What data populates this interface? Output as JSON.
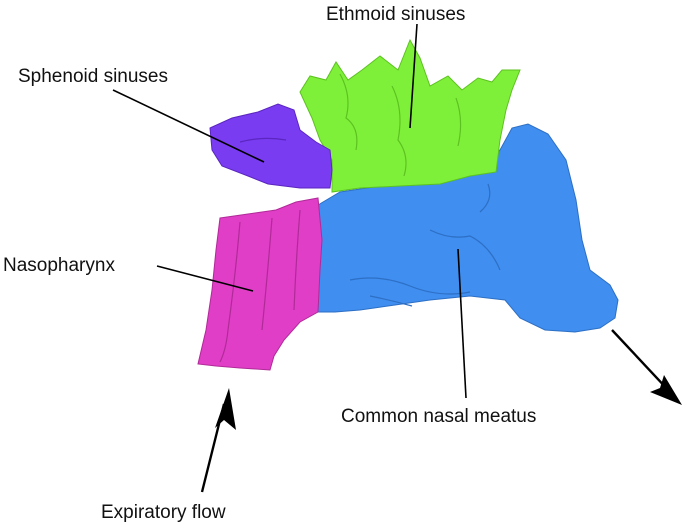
{
  "figure": {
    "labels": {
      "ethmoid": "Ethmoid sinuses",
      "sphenoid": "Sphenoid sinuses",
      "nasopharynx": "Nasopharynx",
      "meatus": "Common nasal meatus",
      "flow": "Expiratory flow"
    },
    "regions": [
      {
        "id": "ethmoid",
        "color": "#7ff03a"
      },
      {
        "id": "sphenoid",
        "color": "#7a3cf0"
      },
      {
        "id": "nasopharynx",
        "color": "#e03ec6"
      },
      {
        "id": "meatus",
        "color": "#3f8ef0"
      }
    ],
    "colors": {
      "ethmoid": "#7ff03a",
      "sphenoid": "#7a3cf0",
      "nasopharynx": "#e03ec6",
      "meatus": "#3f8ef0",
      "leader": "#000000"
    }
  }
}
